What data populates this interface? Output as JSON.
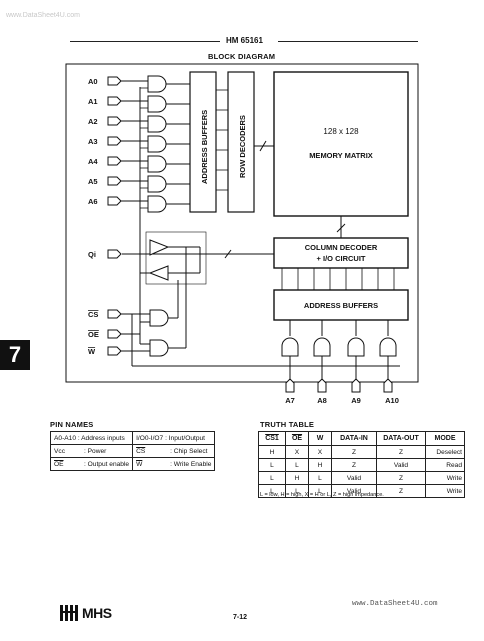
{
  "watermark_top": "www.DataSheet4U.com",
  "watermark_bottom": "www.DataSheet4U.com",
  "header": {
    "part_number": "HM 65161"
  },
  "diagram": {
    "title": "BLOCK DIAGRAM",
    "row_address_pins": [
      "A0",
      "A1",
      "A2",
      "A3",
      "A4",
      "A5",
      "A6"
    ],
    "data_pin": "Qi",
    "control_pins": [
      "CS",
      "OE",
      "W"
    ],
    "column_address_pins": [
      "A7",
      "A8",
      "A9",
      "A10"
    ],
    "blocks": {
      "address_buffers_vertical": "ADDRESS BUFFERS",
      "row_decoders": "ROW DECODERS",
      "memory_size": "128 x 128",
      "memory_matrix": "MEMORY MATRIX",
      "column_decoder_line1": "COLUMN DECODER",
      "column_decoder_line2": "+ I/O CIRCUIT",
      "address_buffers_horizontal": "ADDRESS BUFFERS"
    }
  },
  "pin_names": {
    "title": "PIN NAMES",
    "rows": [
      {
        "name1": "A0-A10",
        "desc1": ": Address inputs",
        "name2": "I/O0-I/O7",
        "desc2": ": Input/Output"
      },
      {
        "name1": "Vcc",
        "desc1": ": Power",
        "name2": "CS",
        "desc2": ": Chip Select"
      },
      {
        "name1": "OE",
        "desc1": ": Output enable",
        "name2": "W",
        "desc2": ": Write Enable"
      }
    ]
  },
  "truth_table": {
    "title": "TRUTH TABLE",
    "headers": [
      "CS1",
      "OE",
      "W",
      "DATA-IN",
      "DATA-OUT",
      "MODE"
    ],
    "rows": [
      [
        "H",
        "X",
        "X",
        "Z",
        "Z",
        "Deselect"
      ],
      [
        "L",
        "L",
        "H",
        "Z",
        "Valid",
        "Read"
      ],
      [
        "L",
        "H",
        "L",
        "Valid",
        "Z",
        "Write"
      ],
      [
        "L",
        "L",
        "L",
        "Valid",
        "Z",
        "Write"
      ]
    ],
    "footnote": "L = low, H = high, X = H or L, Z = high impedance."
  },
  "chapter_tab": "7",
  "page_number": "7-12",
  "logo_text": "MHS"
}
